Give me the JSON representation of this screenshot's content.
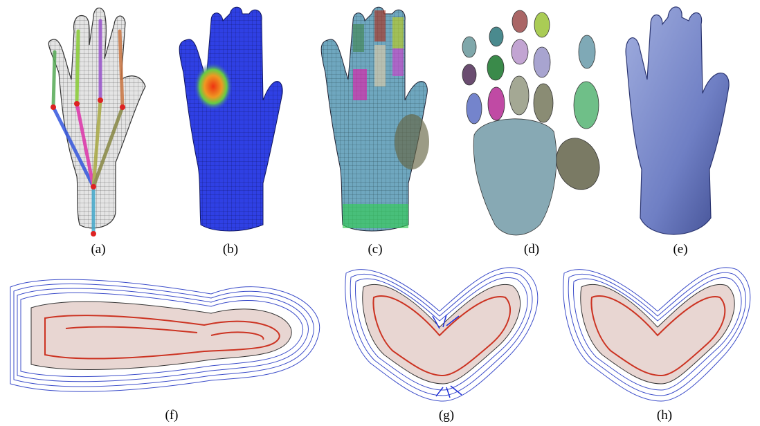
{
  "captions": {
    "a": "(a)",
    "b": "(b)",
    "c": "(c)",
    "d": "(d)",
    "e": "(e)",
    "f": "(f)",
    "g": "(g)",
    "h": "(h)"
  },
  "colors": {
    "mesh_gray": "#d9d9d9",
    "heat_blue": "#2e3fe6",
    "skin_blue": "#6f7fc4",
    "segment_teal": "#7fa9b6",
    "contour_blue": "#3b4cc9",
    "contour_red": "#cc3322"
  }
}
